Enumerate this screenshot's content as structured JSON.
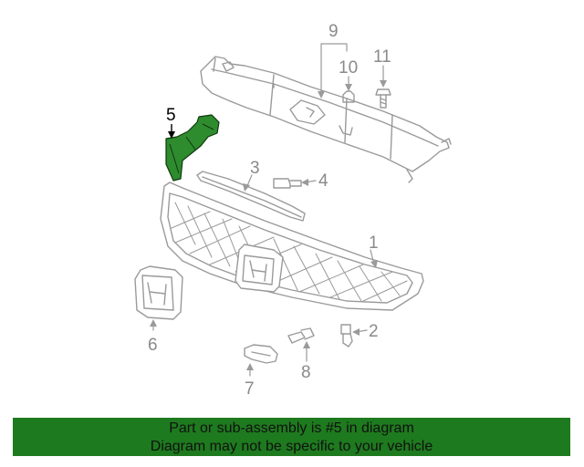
{
  "diagram": {
    "callouts": {
      "p1": "1",
      "p2": "2",
      "p3": "3",
      "p4": "4",
      "p5": "5",
      "p6": "6",
      "p7": "7",
      "p8": "8",
      "p9": "9",
      "p10": "10",
      "p11": "11"
    },
    "highlighted_part": "5",
    "colors": {
      "highlight_fill": "#2e8b2e",
      "line_gray": "#9a9a9a",
      "banner_bg": "#1e7a1e"
    }
  },
  "banner": {
    "line1": "Part or sub-assembly is #5 in diagram",
    "line2": "Diagram may not be specific to your vehicle"
  }
}
